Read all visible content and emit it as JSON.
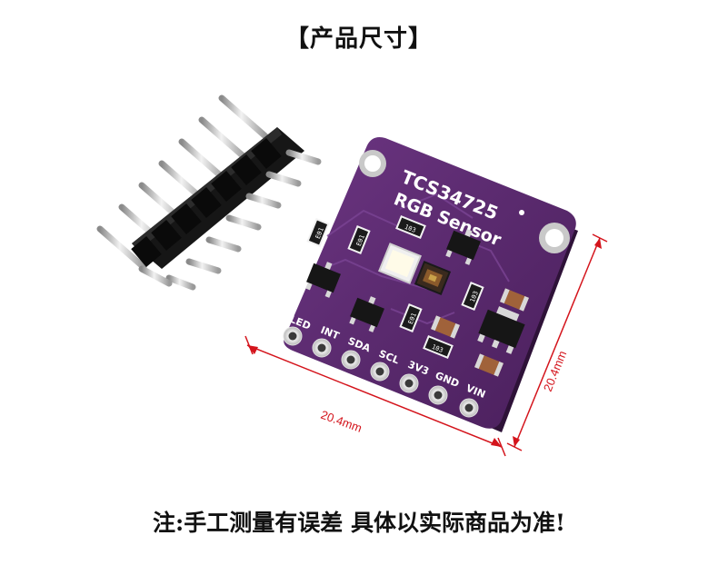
{
  "header": {
    "title": "【产品尺寸】"
  },
  "board": {
    "name": "TCS34725",
    "subtitle": "RGB Sensor",
    "pins": [
      "LED",
      "INT",
      "SDA",
      "SCL",
      "3V3",
      "GND",
      "VIN"
    ],
    "resistor_labels": [
      "E01",
      "103",
      "E01",
      "E01",
      "103",
      "103"
    ],
    "board_color": "#5a2a6e"
  },
  "dimensions": {
    "width": "20.4mm",
    "height": "20.4mm",
    "line_color": "#d4141c"
  },
  "footer": {
    "note": "注:手工测量有误差 具体以实际商品为准!"
  }
}
